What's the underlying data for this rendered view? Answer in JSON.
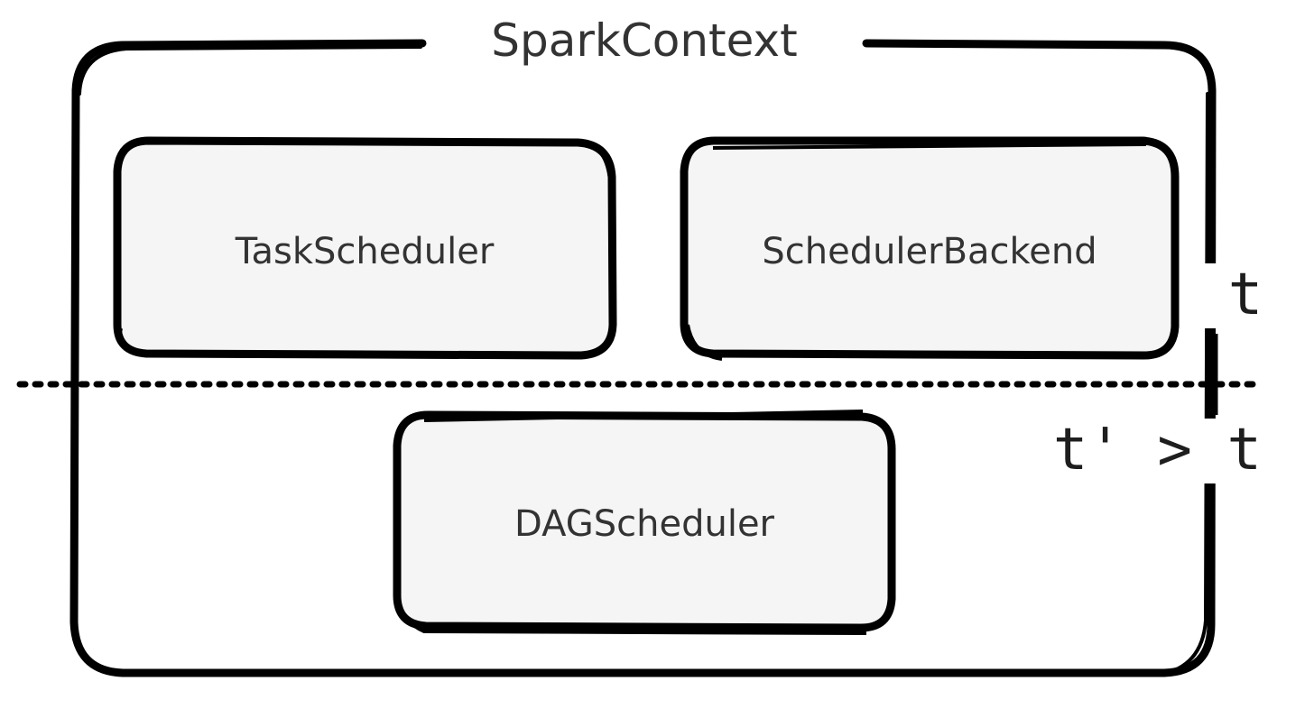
{
  "diagram": {
    "container": {
      "label": "SparkContext"
    },
    "components": [
      {
        "id": "task-scheduler",
        "label": "TaskScheduler"
      },
      {
        "id": "scheduler-backend",
        "label": "SchedulerBackend"
      },
      {
        "id": "dag-scheduler",
        "label": "DAGScheduler"
      }
    ],
    "timeline": {
      "before_label": "t",
      "after_label": "t' > t"
    },
    "colors": {
      "stroke": "#000000",
      "box_fill": "#f5f5f5",
      "text": "#333333",
      "background": "#ffffff"
    }
  }
}
